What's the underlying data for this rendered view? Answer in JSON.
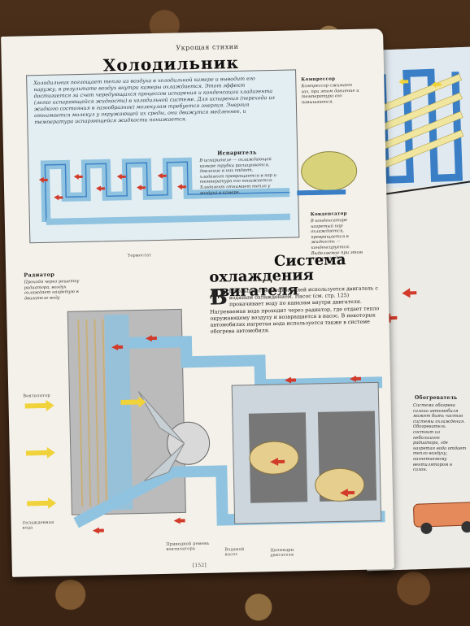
{
  "section_header": "Укрощая стихии",
  "fridge": {
    "title": "Холодильник",
    "intro": "Холодильник поглощает тепло из воздуха в холодильной камере и выводит его наружу, в результате воздух внутри камеры охлаждается. Этот эффект достигается за счет чередующихся процессов испарения и конденсации хладагента (легко испаряющейся жидкости) в холодильной системе. Для испарения (перехода из жидкого состояния в газообразное) молекулам требуется энергия. Энергия отнимается молекул у окружающей их среды, они движутся медленнее, и температура испаряющейся жидкости понижается.",
    "evaporator_title": "Испаритель",
    "evaporator_text": "В испарителе — охлаждающей камере трубки расширяются, давление в них падает, хладагент превращается в пар и температура его понижается. Хладагент отнимает тепло у воздуха в камере.",
    "compressor_title": "Компрессор",
    "compressor_text": "Компрессор сжимает газ, при этом давление и температура его повышаются.",
    "condenser_title": "Конденсатор",
    "condenser_text": "В конденсаторе нагретый пар охлаждается, превращается в жидкость — конденсируется. Выделяемое при этом тепло уходит."
  },
  "engine": {
    "title_line1": "Система",
    "title_line2": "охлаждения двигателя",
    "body": "В большинстве автомобилей используется двигатель с водяным охлаждением. Насос (см. стр. 125) прокачивает воду по каналам внутри двигателя. Нагреваемая вода проходит через радиатор, где отдает тепло окружающему воздуху и возвращается в насос. В некоторых автомобилях нагретая вода используется также в системе обогрева автомобиля.",
    "radiator_title": "Радиатор",
    "radiator_text": "Проходя через решетку радиатора, воздух охлаждает нагретую в двигателе воду",
    "heater_title": "Обогреватель",
    "heater_text": "Система обогрева салона автомобиля может быть частью системы охлаждения. Обогреватель состоит из небольшого радиатора, где нагретая вода отдает тепло воздуху, нагнетаемому вентилятором в салон."
  },
  "labels": {
    "thermostat": "Термостат",
    "fan": "Вентилятор",
    "cooled_water": "Охлажденная вода",
    "belt": "Приводной ремень вентилятора",
    "pump": "Водяной насос",
    "cylinders": "Цилиндры двигателя"
  },
  "page_number": "[152]",
  "colors": {
    "water": "#8fc3e0",
    "pipe": "#3a7fc6",
    "arrow": "#d23a2a",
    "yellow_arrow": "#f0d23a",
    "piston": "#e6cf8e",
    "frame_bg": "#e3eef2"
  }
}
